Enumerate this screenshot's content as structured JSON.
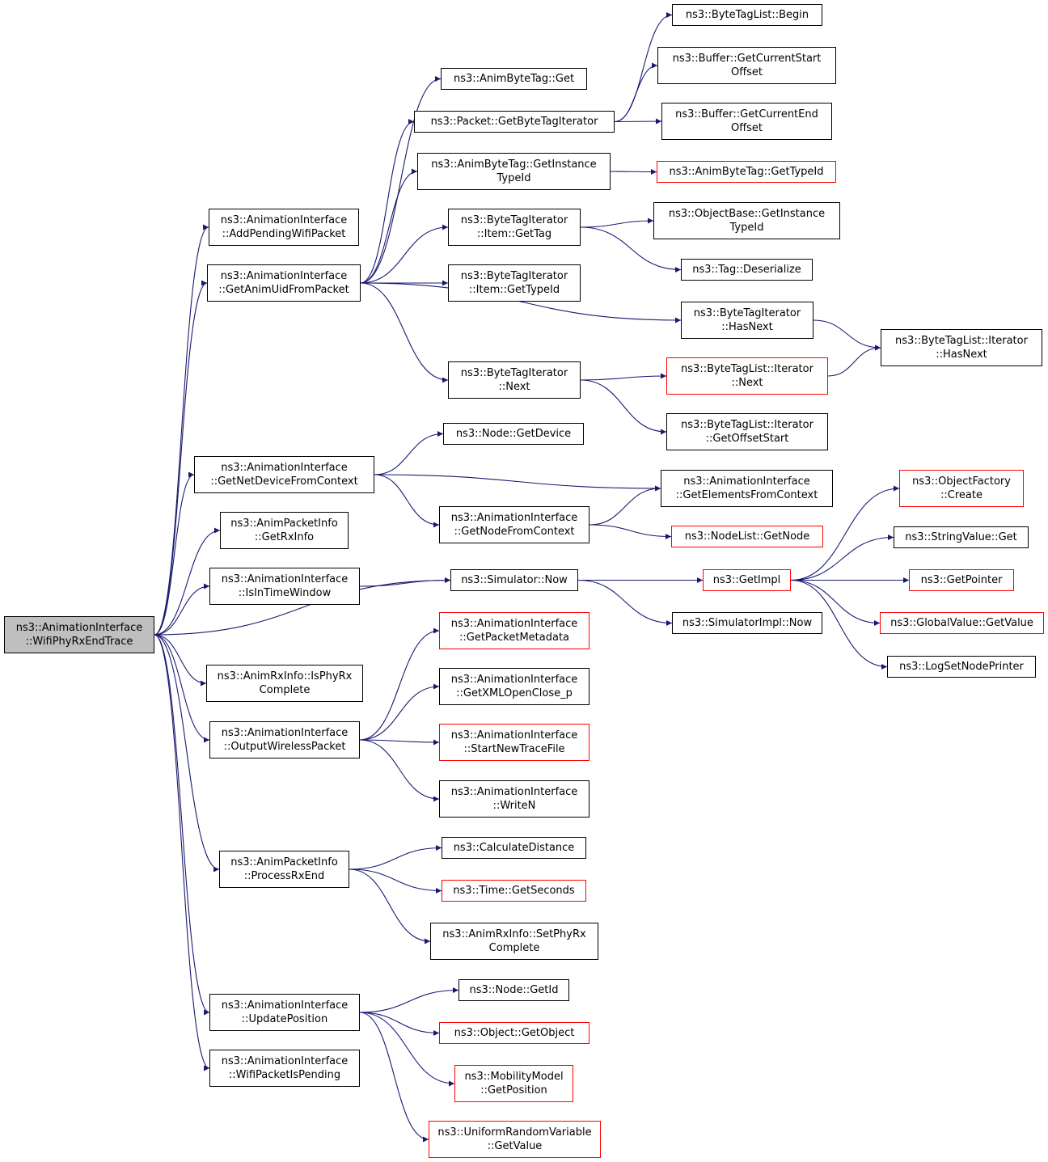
{
  "colors": {
    "edge": "#191970",
    "node_border": "#000000",
    "incomplete_border": "#ff0000",
    "root_fill": "#bfbfbf"
  },
  "nodes": {
    "root": {
      "lines": [
        "ns3::AnimationInterface",
        "::WifiPhyRxEndTrace"
      ],
      "style": "root"
    },
    "addPendingWifi": {
      "lines": [
        "ns3::AnimationInterface",
        "::AddPendingWifiPacket"
      ]
    },
    "getAnimUid": {
      "lines": [
        "ns3::AnimationInterface",
        "::GetAnimUidFromPacket"
      ]
    },
    "getNetDevCtx": {
      "lines": [
        "ns3::AnimationInterface",
        "::GetNetDeviceFromContext"
      ]
    },
    "getRxInfo": {
      "lines": [
        "ns3::AnimPacketInfo",
        "::GetRxInfo"
      ]
    },
    "isInTimeWindow": {
      "lines": [
        "ns3::AnimationInterface",
        "::IsInTimeWindow"
      ]
    },
    "isPhyRxComplete": {
      "lines": [
        "ns3::AnimRxInfo::IsPhyRx",
        "Complete"
      ]
    },
    "outputWireless": {
      "lines": [
        "ns3::AnimationInterface",
        "::OutputWirelessPacket"
      ]
    },
    "processRxEnd": {
      "lines": [
        "ns3::AnimPacketInfo",
        "::ProcessRxEnd"
      ]
    },
    "updatePosition": {
      "lines": [
        "ns3::AnimationInterface",
        "::UpdatePosition"
      ]
    },
    "wifiPktIsPending": {
      "lines": [
        "ns3::AnimationInterface",
        "::WifiPacketIsPending"
      ]
    },
    "animByteTagGet": {
      "lines": [
        "ns3::AnimByteTag::Get"
      ]
    },
    "getByteTagIter": {
      "lines": [
        "ns3::Packet::GetByteTagIterator"
      ]
    },
    "getInstTypeId": {
      "lines": [
        "ns3::AnimByteTag::GetInstance",
        "TypeId"
      ]
    },
    "itemGetTag": {
      "lines": [
        "ns3::ByteTagIterator",
        "::Item::GetTag"
      ]
    },
    "itemGetTypeId": {
      "lines": [
        "ns3::ByteTagIterator",
        "::Item::GetTypeId"
      ]
    },
    "btiNext": {
      "lines": [
        "ns3::ByteTagIterator",
        "::Next"
      ]
    },
    "nodeGetDevice": {
      "lines": [
        "ns3::Node::GetDevice"
      ]
    },
    "getNodeFromCtx": {
      "lines": [
        "ns3::AnimationInterface",
        "::GetNodeFromContext"
      ]
    },
    "simNow": {
      "lines": [
        "ns3::Simulator::Now"
      ]
    },
    "getPktMeta": {
      "lines": [
        "ns3::AnimationInterface",
        "::GetPacketMetadata"
      ],
      "style": "red"
    },
    "getXmlOpen": {
      "lines": [
        "ns3::AnimationInterface",
        "::GetXMLOpenClose_p"
      ]
    },
    "startNewTrace": {
      "lines": [
        "ns3::AnimationInterface",
        "::StartNewTraceFile"
      ],
      "style": "red"
    },
    "writeN": {
      "lines": [
        "ns3::AnimationInterface",
        "::WriteN"
      ]
    },
    "calcDistance": {
      "lines": [
        "ns3::CalculateDistance"
      ]
    },
    "timeGetSeconds": {
      "lines": [
        "ns3::Time::GetSeconds"
      ],
      "style": "red"
    },
    "setPhyRxComplete": {
      "lines": [
        "ns3::AnimRxInfo::SetPhyRx",
        "Complete"
      ]
    },
    "nodeGetId": {
      "lines": [
        "ns3::Node::GetId"
      ]
    },
    "objGetObject": {
      "lines": [
        "ns3::Object::GetObject"
      ],
      "style": "red"
    },
    "mobGetPos": {
      "lines": [
        "ns3::MobilityModel",
        "::GetPosition"
      ],
      "style": "red"
    },
    "urvGetValue": {
      "lines": [
        "ns3::UniformRandomVariable",
        "::GetValue"
      ],
      "style": "red"
    },
    "btlBegin": {
      "lines": [
        "ns3::ByteTagList::Begin"
      ]
    },
    "bufStartOffset": {
      "lines": [
        "ns3::Buffer::GetCurrentStart",
        "Offset"
      ]
    },
    "bufEndOffset": {
      "lines": [
        "ns3::Buffer::GetCurrentEnd",
        "Offset"
      ]
    },
    "abtGetTypeId": {
      "lines": [
        "ns3::AnimByteTag::GetTypeId"
      ],
      "style": "red"
    },
    "objBaseInstTypeId": {
      "lines": [
        "ns3::ObjectBase::GetInstance",
        "TypeId"
      ]
    },
    "tagDeserialize": {
      "lines": [
        "ns3::Tag::Deserialize"
      ]
    },
    "btiHasNext": {
      "lines": [
        "ns3::ByteTagIterator",
        "::HasNext"
      ]
    },
    "btlIterNext": {
      "lines": [
        "ns3::ByteTagList::Iterator",
        "::Next"
      ],
      "style": "red"
    },
    "btlIterOffsetStart": {
      "lines": [
        "ns3::ByteTagList::Iterator",
        "::GetOffsetStart"
      ]
    },
    "getElemFromCtx": {
      "lines": [
        "ns3::AnimationInterface",
        "::GetElementsFromContext"
      ]
    },
    "nodeListGetNode": {
      "lines": [
        "ns3::NodeList::GetNode"
      ],
      "style": "red"
    },
    "getImpl": {
      "lines": [
        "ns3::GetImpl"
      ],
      "style": "red"
    },
    "simImplNow": {
      "lines": [
        "ns3::SimulatorImpl::Now"
      ]
    },
    "btlIterHasNext": {
      "lines": [
        "ns3::ByteTagList::Iterator",
        "::HasNext"
      ]
    },
    "objFactoryCreate": {
      "lines": [
        "ns3::ObjectFactory",
        "::Create"
      ],
      "style": "red"
    },
    "stringValueGet": {
      "lines": [
        "ns3::StringValue::Get"
      ]
    },
    "getPointer": {
      "lines": [
        "ns3::GetPointer"
      ],
      "style": "red"
    },
    "globalValueGet": {
      "lines": [
        "ns3::GlobalValue::GetValue"
      ],
      "style": "red"
    },
    "logSetNodePrinter": {
      "lines": [
        "ns3::LogSetNodePrinter"
      ]
    }
  },
  "edges": [
    [
      "root",
      "addPendingWifi"
    ],
    [
      "root",
      "getAnimUid"
    ],
    [
      "root",
      "getNetDevCtx"
    ],
    [
      "root",
      "getRxInfo"
    ],
    [
      "root",
      "isInTimeWindow"
    ],
    [
      "root",
      "simNow"
    ],
    [
      "root",
      "isPhyRxComplete"
    ],
    [
      "root",
      "outputWireless"
    ],
    [
      "root",
      "processRxEnd"
    ],
    [
      "root",
      "updatePosition"
    ],
    [
      "root",
      "wifiPktIsPending"
    ],
    [
      "getAnimUid",
      "animByteTagGet"
    ],
    [
      "getAnimUid",
      "getByteTagIter"
    ],
    [
      "getAnimUid",
      "getInstTypeId"
    ],
    [
      "getAnimUid",
      "itemGetTag"
    ],
    [
      "getAnimUid",
      "itemGetTypeId"
    ],
    [
      "getAnimUid",
      "btiHasNext"
    ],
    [
      "getAnimUid",
      "btiNext"
    ],
    [
      "getByteTagIter",
      "btlBegin"
    ],
    [
      "getByteTagIter",
      "bufStartOffset"
    ],
    [
      "getByteTagIter",
      "bufEndOffset"
    ],
    [
      "getInstTypeId",
      "abtGetTypeId"
    ],
    [
      "itemGetTag",
      "objBaseInstTypeId"
    ],
    [
      "itemGetTag",
      "tagDeserialize"
    ],
    [
      "btiHasNext",
      "btlIterHasNext"
    ],
    [
      "btiNext",
      "btlIterNext"
    ],
    [
      "btiNext",
      "btlIterOffsetStart"
    ],
    [
      "btlIterNext",
      "btlIterHasNext"
    ],
    [
      "getNetDevCtx",
      "nodeGetDevice"
    ],
    [
      "getNetDevCtx",
      "getElemFromCtx"
    ],
    [
      "getNetDevCtx",
      "getNodeFromCtx"
    ],
    [
      "getNodeFromCtx",
      "getElemFromCtx"
    ],
    [
      "getNodeFromCtx",
      "nodeListGetNode"
    ],
    [
      "isInTimeWindow",
      "simNow"
    ],
    [
      "simNow",
      "getImpl"
    ],
    [
      "simNow",
      "simImplNow"
    ],
    [
      "getImpl",
      "objFactoryCreate"
    ],
    [
      "getImpl",
      "stringValueGet"
    ],
    [
      "getImpl",
      "getPointer"
    ],
    [
      "getImpl",
      "globalValueGet"
    ],
    [
      "getImpl",
      "logSetNodePrinter"
    ],
    [
      "outputWireless",
      "getPktMeta"
    ],
    [
      "outputWireless",
      "getXmlOpen"
    ],
    [
      "outputWireless",
      "startNewTrace"
    ],
    [
      "outputWireless",
      "writeN"
    ],
    [
      "processRxEnd",
      "calcDistance"
    ],
    [
      "processRxEnd",
      "timeGetSeconds"
    ],
    [
      "processRxEnd",
      "setPhyRxComplete"
    ],
    [
      "updatePosition",
      "nodeGetId"
    ],
    [
      "updatePosition",
      "objGetObject"
    ],
    [
      "updatePosition",
      "mobGetPos"
    ],
    [
      "updatePosition",
      "urvGetValue"
    ]
  ]
}
